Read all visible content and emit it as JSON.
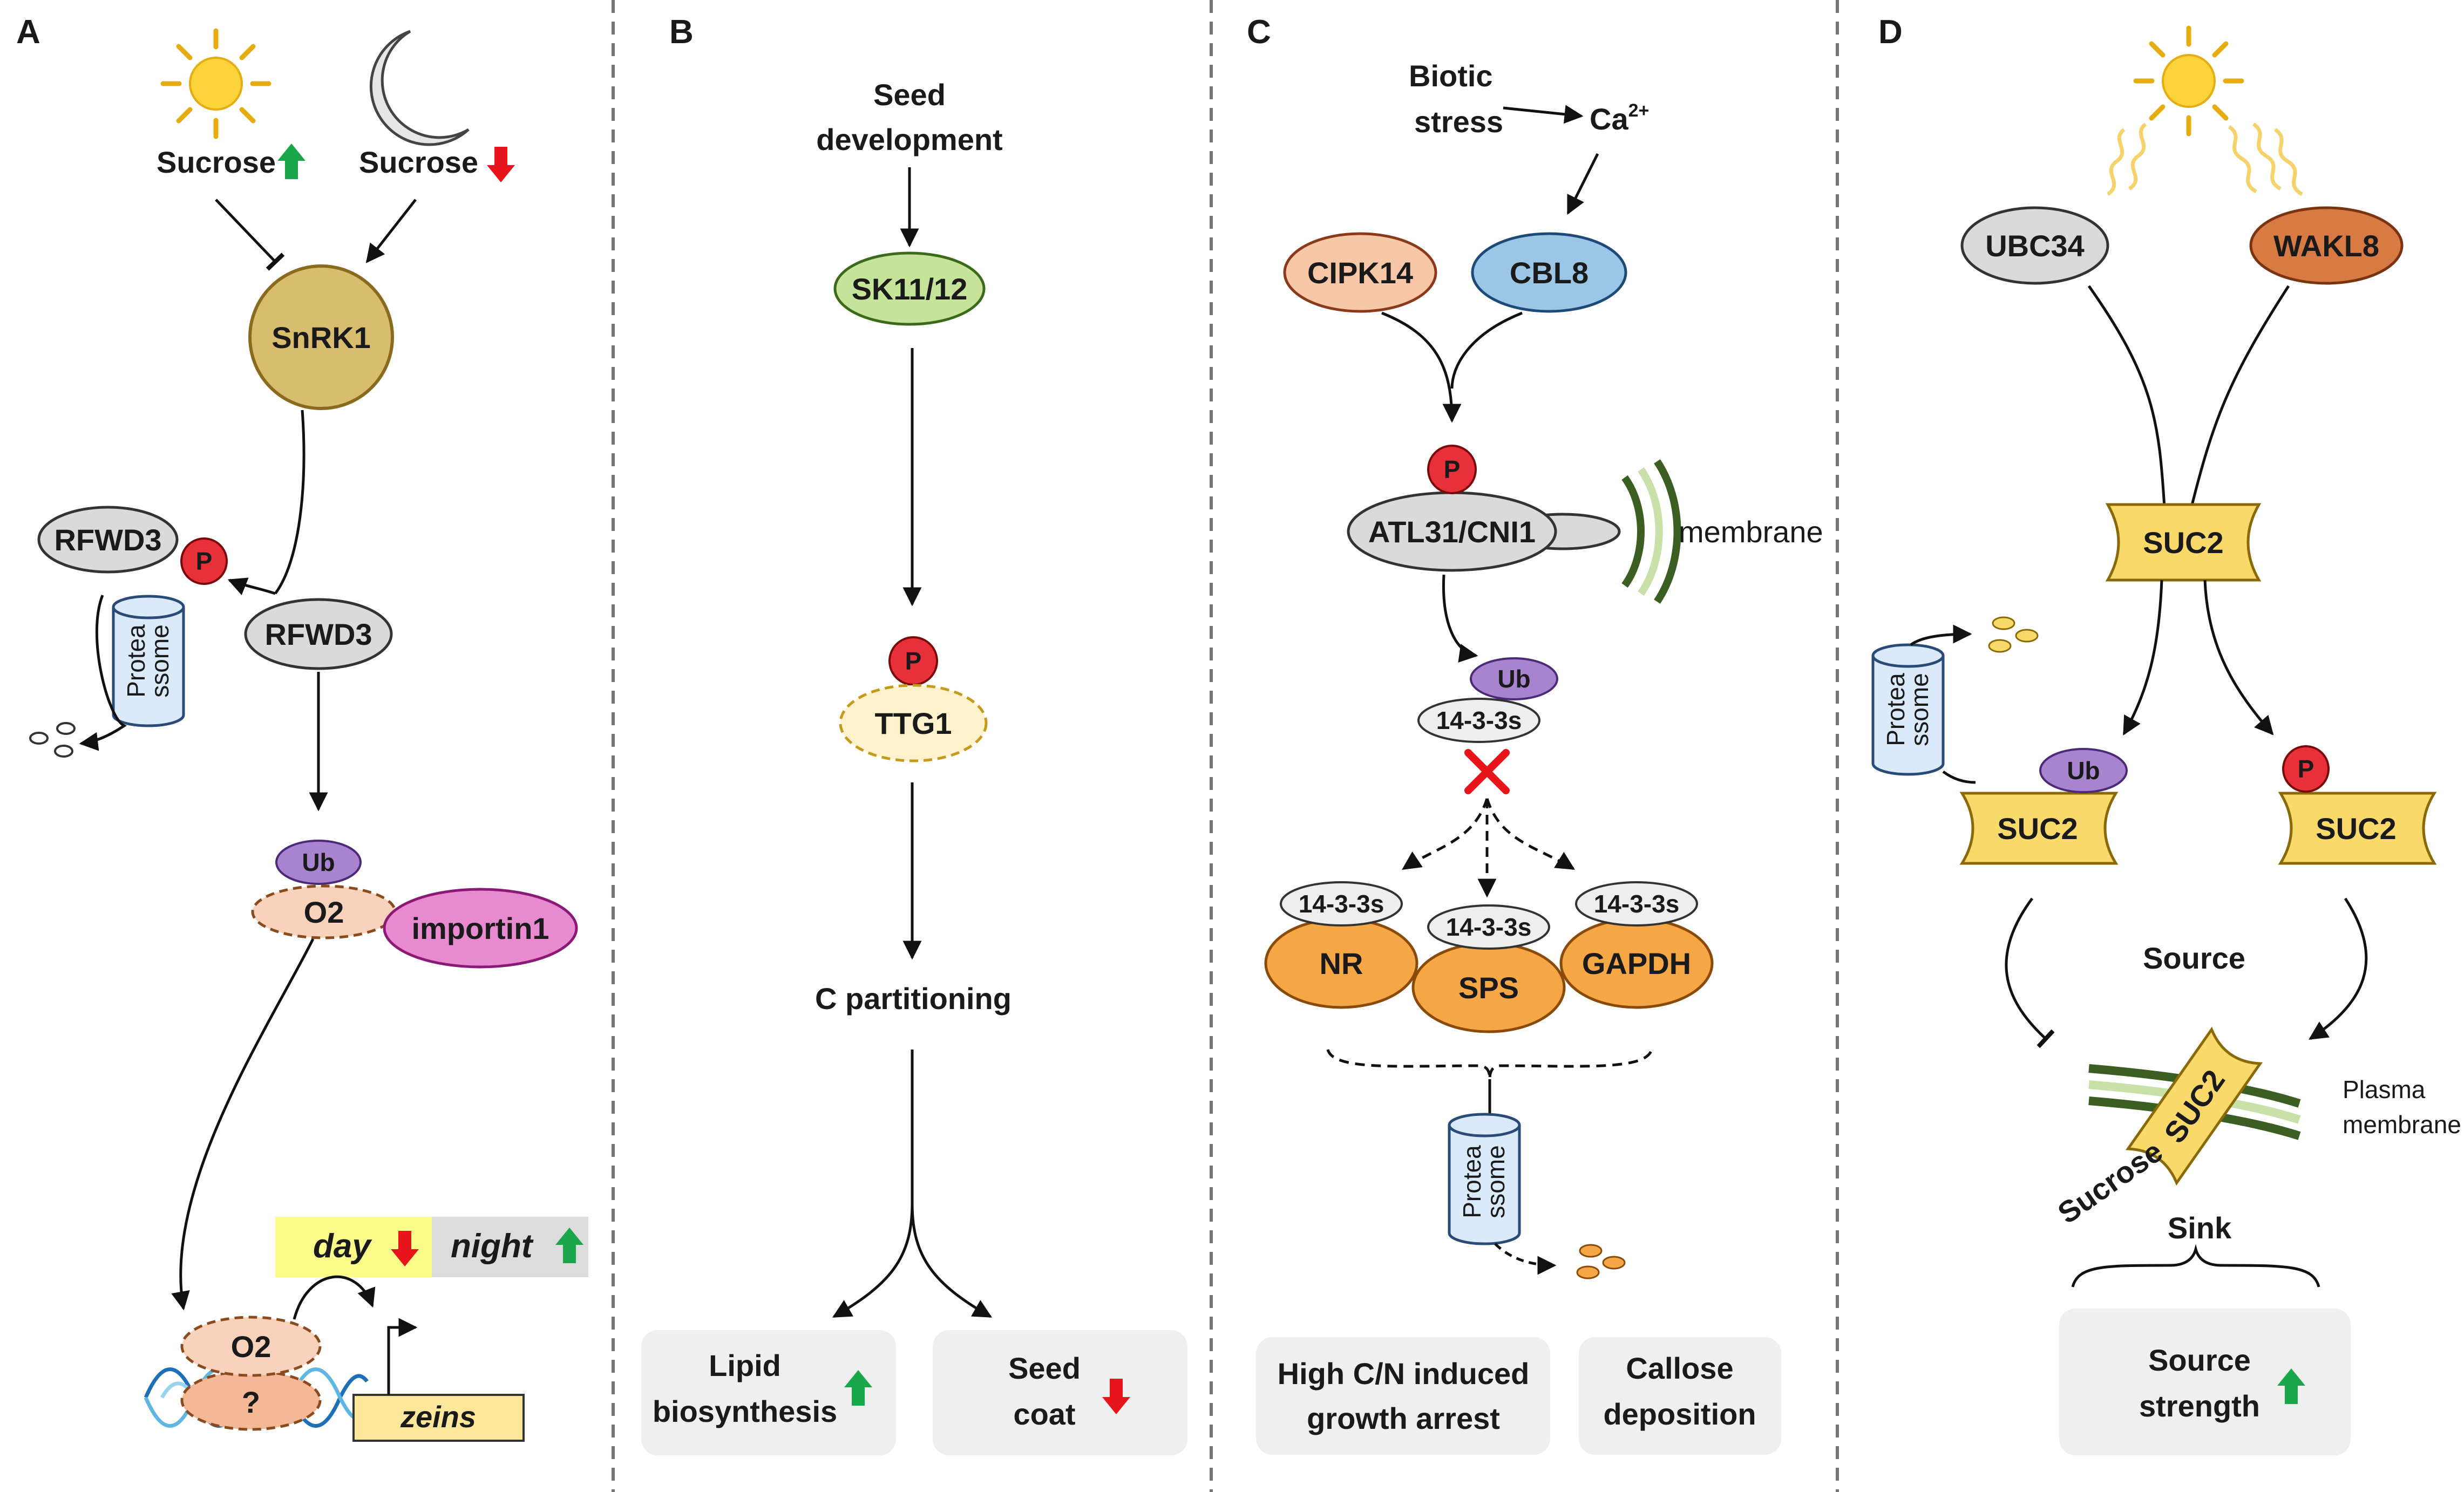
{
  "panels": {
    "A": {
      "letter": "A",
      "sucrose_up": "Sucrose",
      "sucrose_down": "Sucrose",
      "snrk1": "SnRK1",
      "rfwd3_top": "RFWD3",
      "rfwd3": "RFWD3",
      "p": "P",
      "proteasome_1": "Protea",
      "proteasome_2": "ssome",
      "ub": "Ub",
      "o2": "O2",
      "importin": "importin1",
      "day": "day",
      "night": "night",
      "o2_complex": "O2",
      "unknown": "?",
      "zeins": "zeins"
    },
    "B": {
      "letter": "B",
      "seed_1": "Seed",
      "seed_2": "development",
      "sk": "SK11/12",
      "p": "P",
      "ttg1": "TTG1",
      "cpart": "C partitioning",
      "lipid_1": "Lipid",
      "lipid_2": "biosynthesis",
      "coat_1": "Seed",
      "coat_2": "coat"
    },
    "C": {
      "letter": "C",
      "biotic_1": "Biotic",
      "biotic_2": "stress",
      "ca": "Ca",
      "ca_sup": "2+",
      "cipk14": "CIPK14",
      "cbl8": "CBL8",
      "p": "P",
      "atl31": "ATL31/CNI1",
      "membrane": "membrane",
      "ub": "Ub",
      "s1433_a": "14-3-3s",
      "s1433_b": "14-3-3s",
      "s1433_c": "14-3-3s",
      "s1433_d": "14-3-3s",
      "nr": "NR",
      "sps": "SPS",
      "gapdh": "GAPDH",
      "proteasome_1": "Protea",
      "proteasome_2": "ssome",
      "out1_1": "High C/N induced",
      "out1_2": "growth arrest",
      "out2_1": "Callose",
      "out2_2": "deposition"
    },
    "D": {
      "letter": "D",
      "ubc34": "UBC34",
      "wakl8": "WAKL8",
      "suc2_top": "SUC2",
      "proteasome_1": "Protea",
      "proteasome_2": "ssome",
      "ub": "Ub",
      "p": "P",
      "suc2_left": "SUC2",
      "suc2_right": "SUC2",
      "source": "Source",
      "suc2_membrane": "SUC2",
      "plasma_1": "Plasma",
      "plasma_2": "membrane",
      "sucrose": "Sucrose",
      "sink": "Sink",
      "strength_1": "Source",
      "strength_2": "strength"
    }
  },
  "colors": {
    "up_arrow": "#1aa64b",
    "down_arrow": "#e8141c",
    "snrk1": "#d9bd6e",
    "phospho": "#e8303a",
    "ubiquitin": "#a884cf",
    "o2": "#f9d2bc",
    "importin": "#e88ad0",
    "sk": "#c6e39a",
    "ttg1": "#fdf2cc",
    "cipk14": "#f7c7a8",
    "cbl8": "#9cc6e6",
    "enzyme": "#f5a645",
    "suc2": "#f8d96a",
    "wakl8": "#d77a44",
    "grey_protein": "#dadada",
    "output_box": "#efefef",
    "membrane": "#3b5e22"
  }
}
